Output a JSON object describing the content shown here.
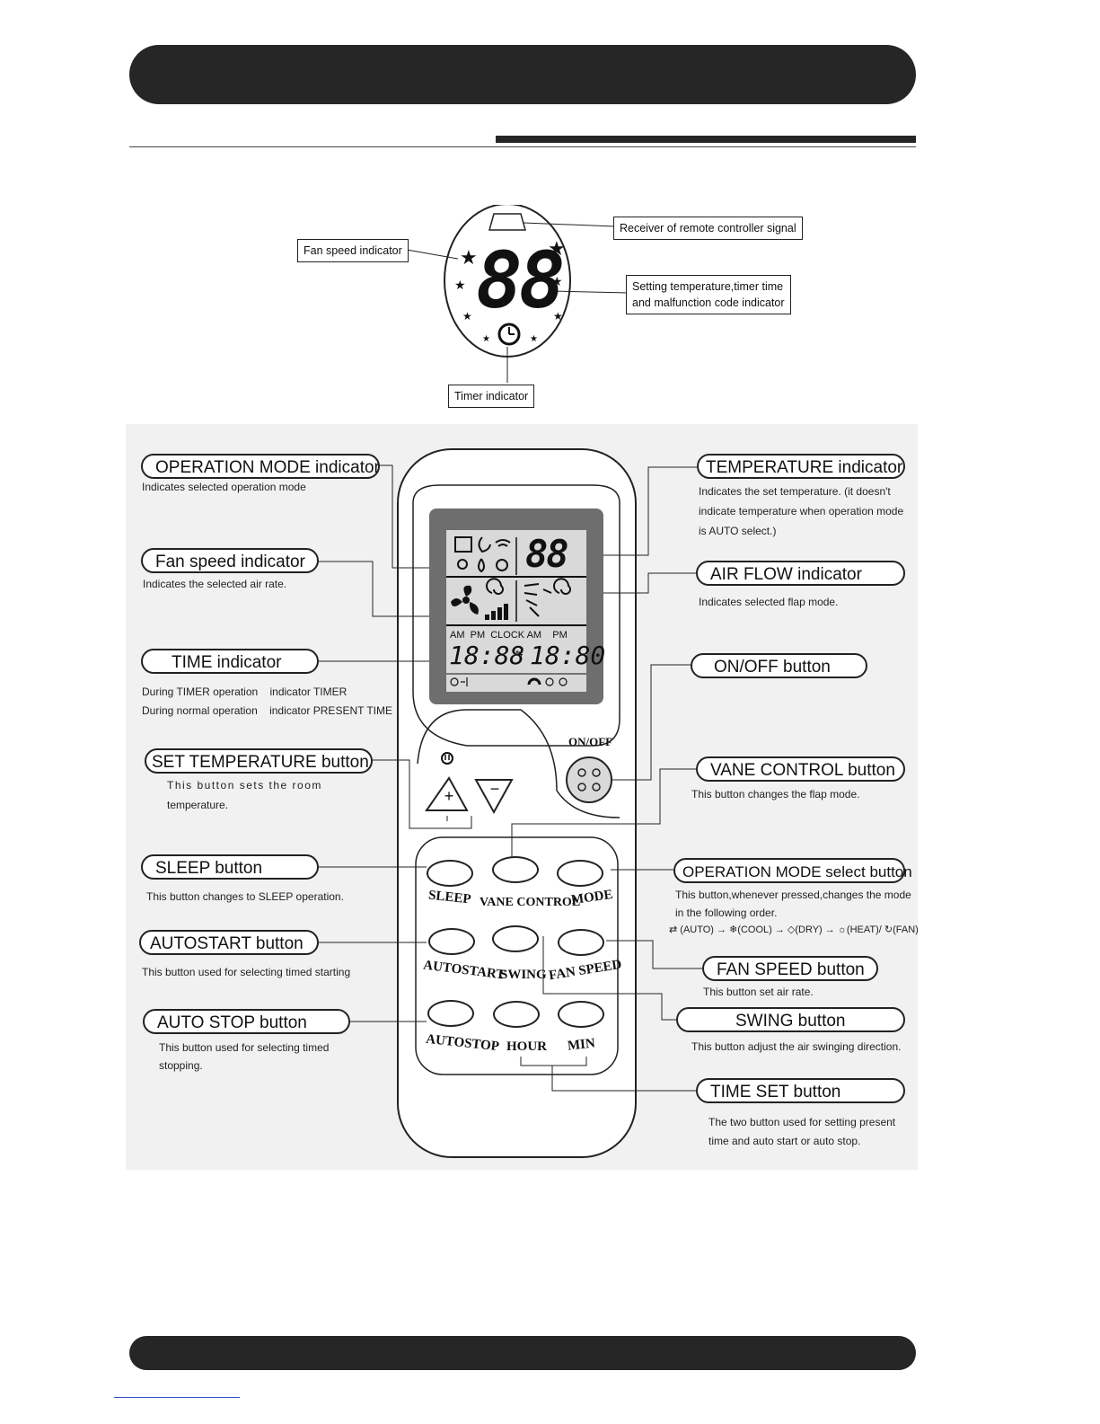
{
  "display_panel": {
    "fan_speed_label": "Fan speed indicator",
    "receiver_label": "Receiver of remote controller signal",
    "setting_label_line1": "Setting temperature,timer time",
    "setting_label_line2": "and malfunction code indicator",
    "timer_label": "Timer indicator",
    "digits": "88"
  },
  "remote": {
    "lcd": {
      "temp_digits": "88",
      "time_header": "AM  PM  CLOCK AM    PM",
      "time_left": "18:88",
      "time_right": "18:80"
    },
    "on_off_text": "ON/OFF",
    "plus": "+",
    "minus": "−",
    "buttons": {
      "sleep": "SLEEP",
      "vane_control": "VANE CONTROL",
      "mode": "MODE",
      "autostart": "AUTOSTART",
      "swing": "SWING",
      "fan_speed": "FAN SPEED",
      "autostop": "AUTOSTOP",
      "hour": "HOUR",
      "min": "MIN"
    }
  },
  "callouts": {
    "operation_mode_indicator": {
      "title": "OPERATION MODE indicator",
      "desc": [
        "Indicates selected operation mode"
      ]
    },
    "fan_speed_indicator": {
      "title": "Fan speed indicator",
      "desc": [
        "Indicates the selected air rate."
      ]
    },
    "time_indicator": {
      "title": "TIME indicator",
      "desc": [
        "During TIMER operation    indicator TIMER",
        "During normal operation    indicator PRESENT TIME"
      ]
    },
    "set_temperature_button": {
      "title": "SET TEMPERATURE button",
      "desc": [
        "This button sets the room",
        "temperature."
      ]
    },
    "sleep_button": {
      "title": "SLEEP button",
      "desc": [
        "This button changes to SLEEP operation."
      ]
    },
    "autostart_button": {
      "title": "AUTOSTART button",
      "desc": [
        "This button used for selecting timed starting"
      ]
    },
    "auto_stop_button": {
      "title": "AUTO STOP button",
      "desc": [
        "This button used for selecting timed",
        "stopping."
      ]
    },
    "temperature_indicator": {
      "title": "TEMPERATURE indicator",
      "desc": [
        "Indicates the set temperature. (it doesn't",
        "indicate temperature when operation mode",
        "is AUTO select.)"
      ]
    },
    "air_flow_indicator": {
      "title": "AIR FLOW indicator",
      "desc": [
        "Indicates selected flap mode."
      ]
    },
    "on_off_button": {
      "title": "ON/OFF button",
      "desc": []
    },
    "vane_control_button": {
      "title": "VANE CONTROL button",
      "desc": [
        "This button changes the flap mode."
      ]
    },
    "operation_mode_select_button": {
      "title": "OPERATION MODE select button",
      "desc": [
        "This button,whenever pressed,changes the mode",
        "in the following order.",
        "(AUTO) → ❄(COOL) → ◇(DRY) → ☼(HEAT)/ ↻(FAN)"
      ]
    },
    "fan_speed_button": {
      "title": "FAN SPEED button",
      "desc": [
        "This button set air rate."
      ]
    },
    "swing_button": {
      "title": "SWING button",
      "desc": [
        "This button adjust the air swinging direction."
      ]
    },
    "time_set_button": {
      "title": "TIME SET button",
      "desc": [
        "The two button used for setting present",
        "time and auto start or auto stop."
      ]
    }
  },
  "colors": {
    "bar": "#262626",
    "panel_bg": "#f1f1f1",
    "lcd_frame": "#6e6e6e",
    "lcd_screen": "#d9d9d9"
  }
}
